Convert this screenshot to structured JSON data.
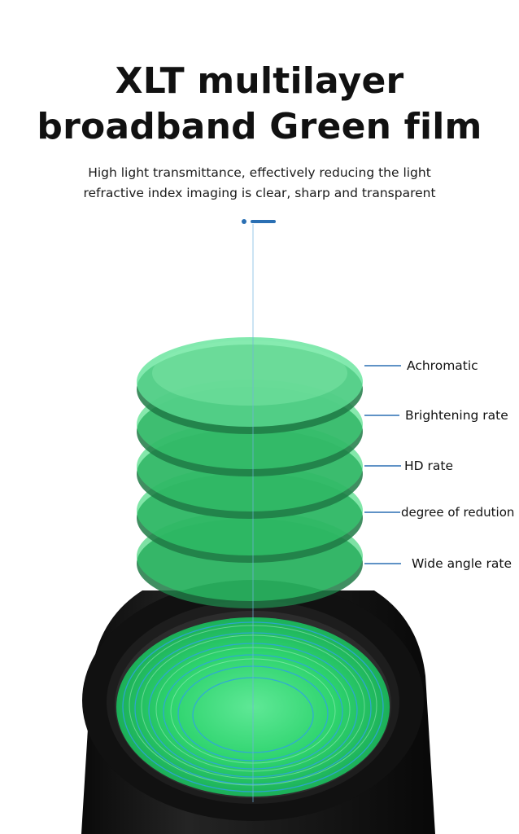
{
  "heading": {
    "line1": "XLT multilayer",
    "line2": "broadband Green film"
  },
  "description": {
    "line1": "High light transmittance, effectively reducing the light",
    "line2": "refractive index imaging is clear, sharp and transparent"
  },
  "callouts": [
    {
      "label": "Achromatic"
    },
    {
      "label": "Brightening rate"
    },
    {
      "label": "HD rate"
    },
    {
      "label": "degree of redution"
    },
    {
      "label": "Wide angle rate"
    }
  ],
  "colors": {
    "accent": "#2a6fb3",
    "film_green": "#3fd27a",
    "eyecup": "#151515"
  }
}
